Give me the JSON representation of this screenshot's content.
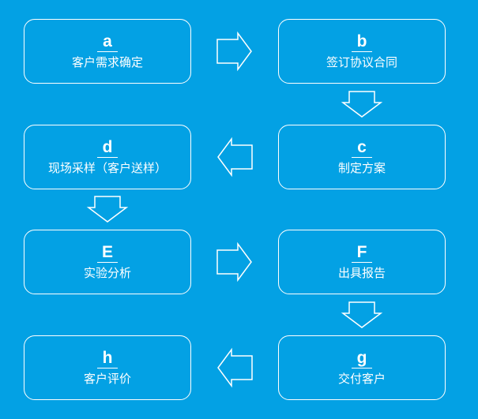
{
  "steps": {
    "a": {
      "letter": "a",
      "label": "客户需求确定"
    },
    "b": {
      "letter": "b",
      "label": "签订协议合同"
    },
    "c": {
      "letter": "c",
      "label": "制定方案"
    },
    "d": {
      "letter": "d",
      "label": "现场采样（客户送样）"
    },
    "e": {
      "letter": "E",
      "label": "实验分析"
    },
    "f": {
      "letter": "F",
      "label": "出具报告"
    },
    "g": {
      "letter": "g",
      "label": "交付客户"
    },
    "h": {
      "letter": "h",
      "label": "客户评价"
    }
  },
  "colors": {
    "background": "#03A1E4",
    "stroke": "#FFFFFF"
  },
  "icons": {
    "right": "arrow-right-icon",
    "down": "arrow-down-icon",
    "left": "arrow-left-icon"
  }
}
